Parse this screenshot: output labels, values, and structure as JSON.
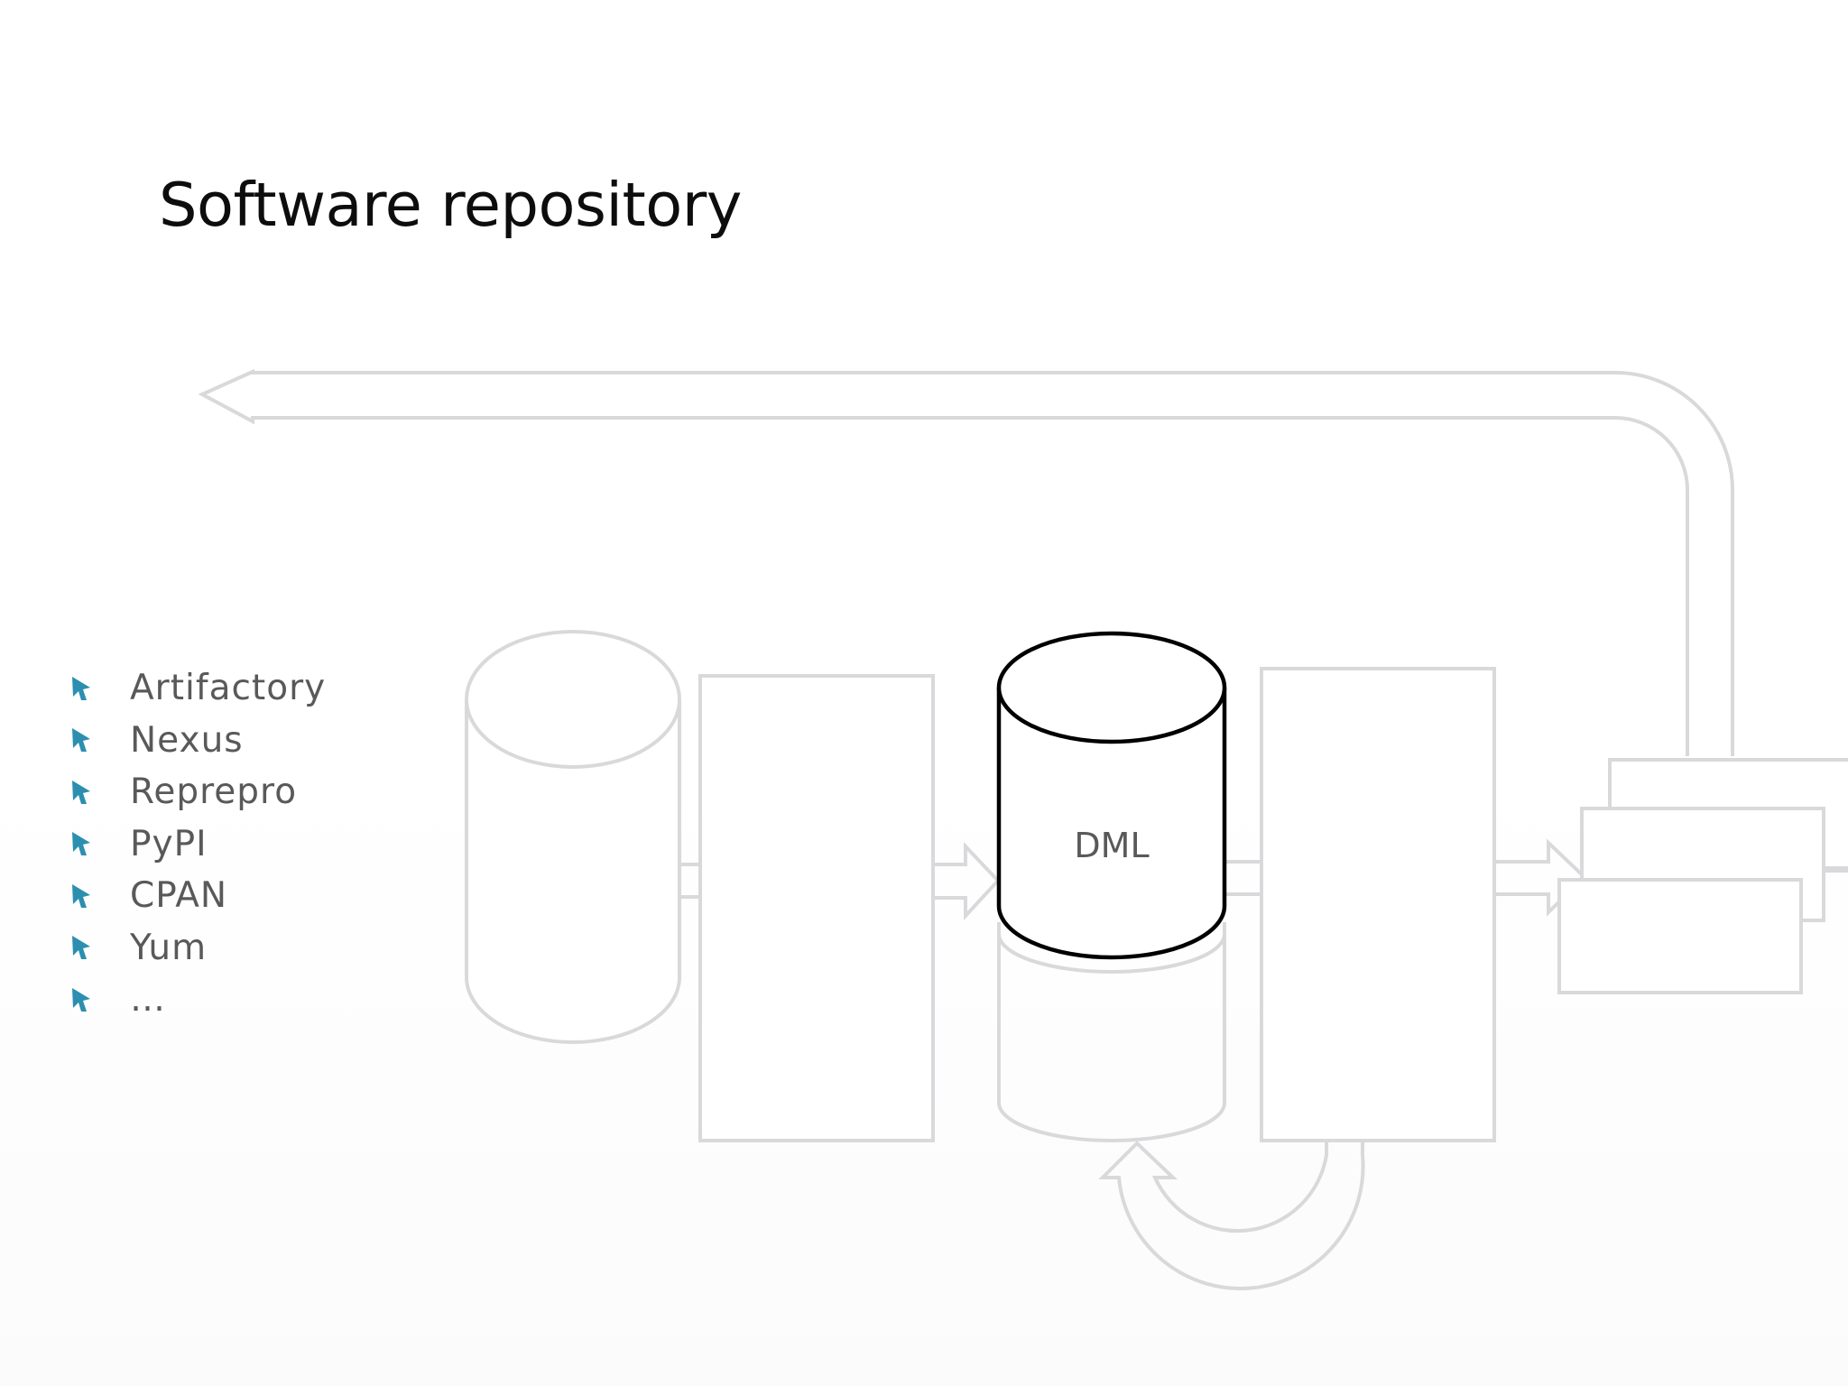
{
  "slide": {
    "title": "Software repository"
  },
  "bullets": [
    {
      "label": "Artifactory"
    },
    {
      "label": "Nexus"
    },
    {
      "label": "Reprepro"
    },
    {
      "label": "PyPI"
    },
    {
      "label": "CPAN"
    },
    {
      "label": "Yum"
    },
    {
      "label": "…"
    }
  ],
  "diagram": {
    "dml_label": "DML"
  },
  "colors": {
    "bullet_accent": "#2c8fb0",
    "faded_stroke": "#d9d9db",
    "highlight_stroke": "#000000",
    "text_gray": "#595959"
  }
}
